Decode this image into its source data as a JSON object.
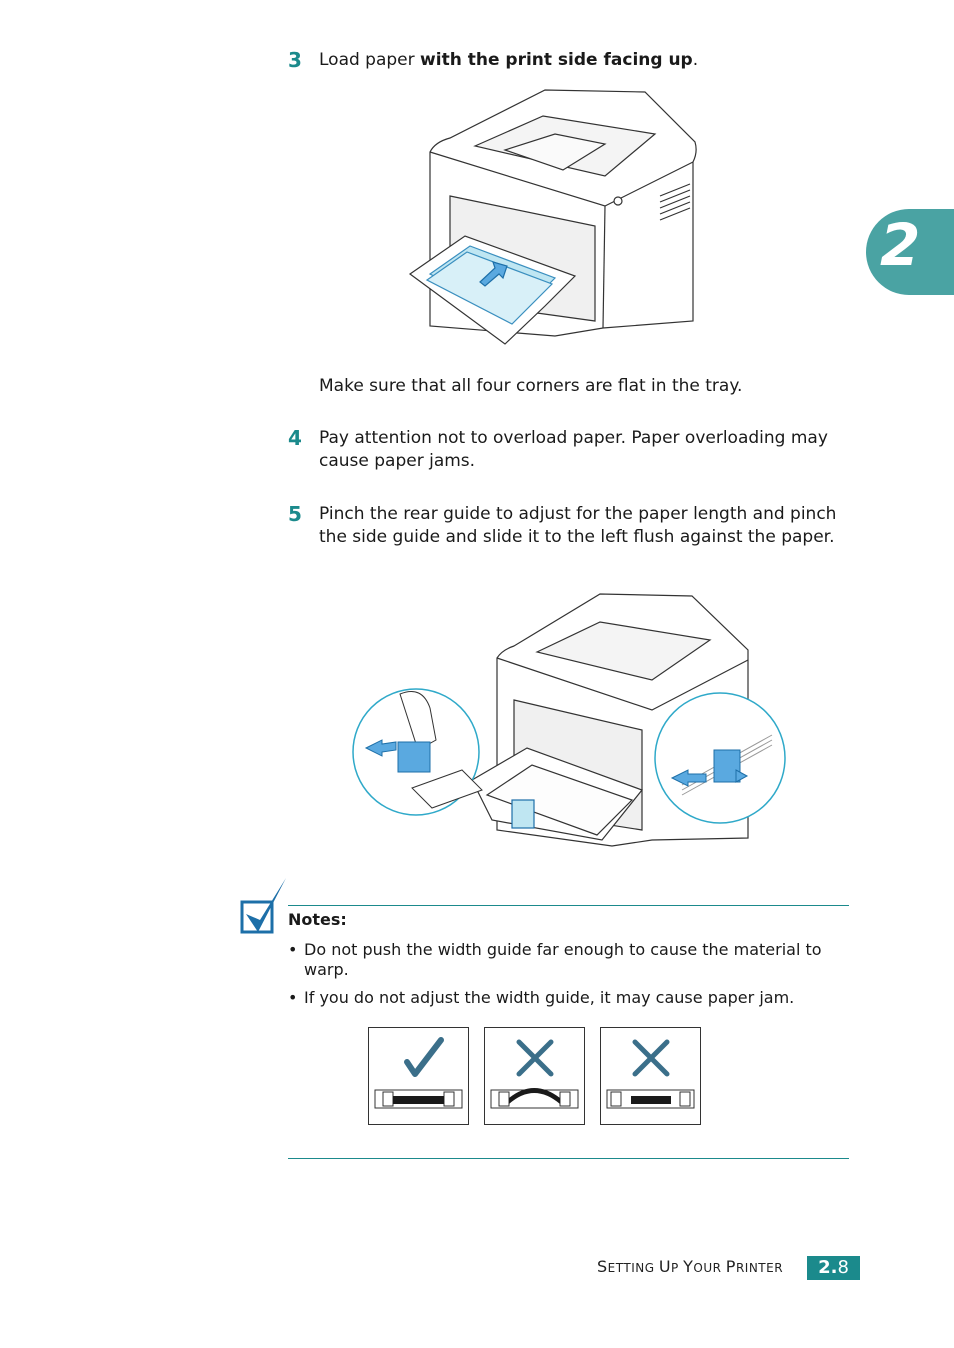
{
  "chapter_tab": "2",
  "step3": {
    "number": "3",
    "text_prefix": "Load paper ",
    "text_bold": "with the print side facing up",
    "text_suffix": ".",
    "followup": "Make sure that all four corners are flat in the tray."
  },
  "step4": {
    "number": "4",
    "text": "Pay attention not to overload paper. Paper overloading may cause paper jams."
  },
  "step5": {
    "number": "5",
    "text": "Pinch the rear guide to adjust for the paper length and pinch the side guide and slide it to the left flush against the paper."
  },
  "notes": {
    "title": "Notes:",
    "items": [
      "Do not push the width guide far enough to cause the material to warp.",
      "If you do not adjust the width guide, it may cause paper jam."
    ],
    "bullet": "•"
  },
  "footer": {
    "section_S": "S",
    "section_etting": "ETTING ",
    "section_U": "U",
    "section_p": "P ",
    "section_Y": "Y",
    "section_our": "OUR ",
    "section_P": "P",
    "section_rinter": "RINTER",
    "page_major": "2.",
    "page_minor": "8"
  },
  "colors": {
    "accent": "#1b8a8c",
    "tab": "#4aa3a3",
    "paper_blue": "#bfe6f2"
  }
}
